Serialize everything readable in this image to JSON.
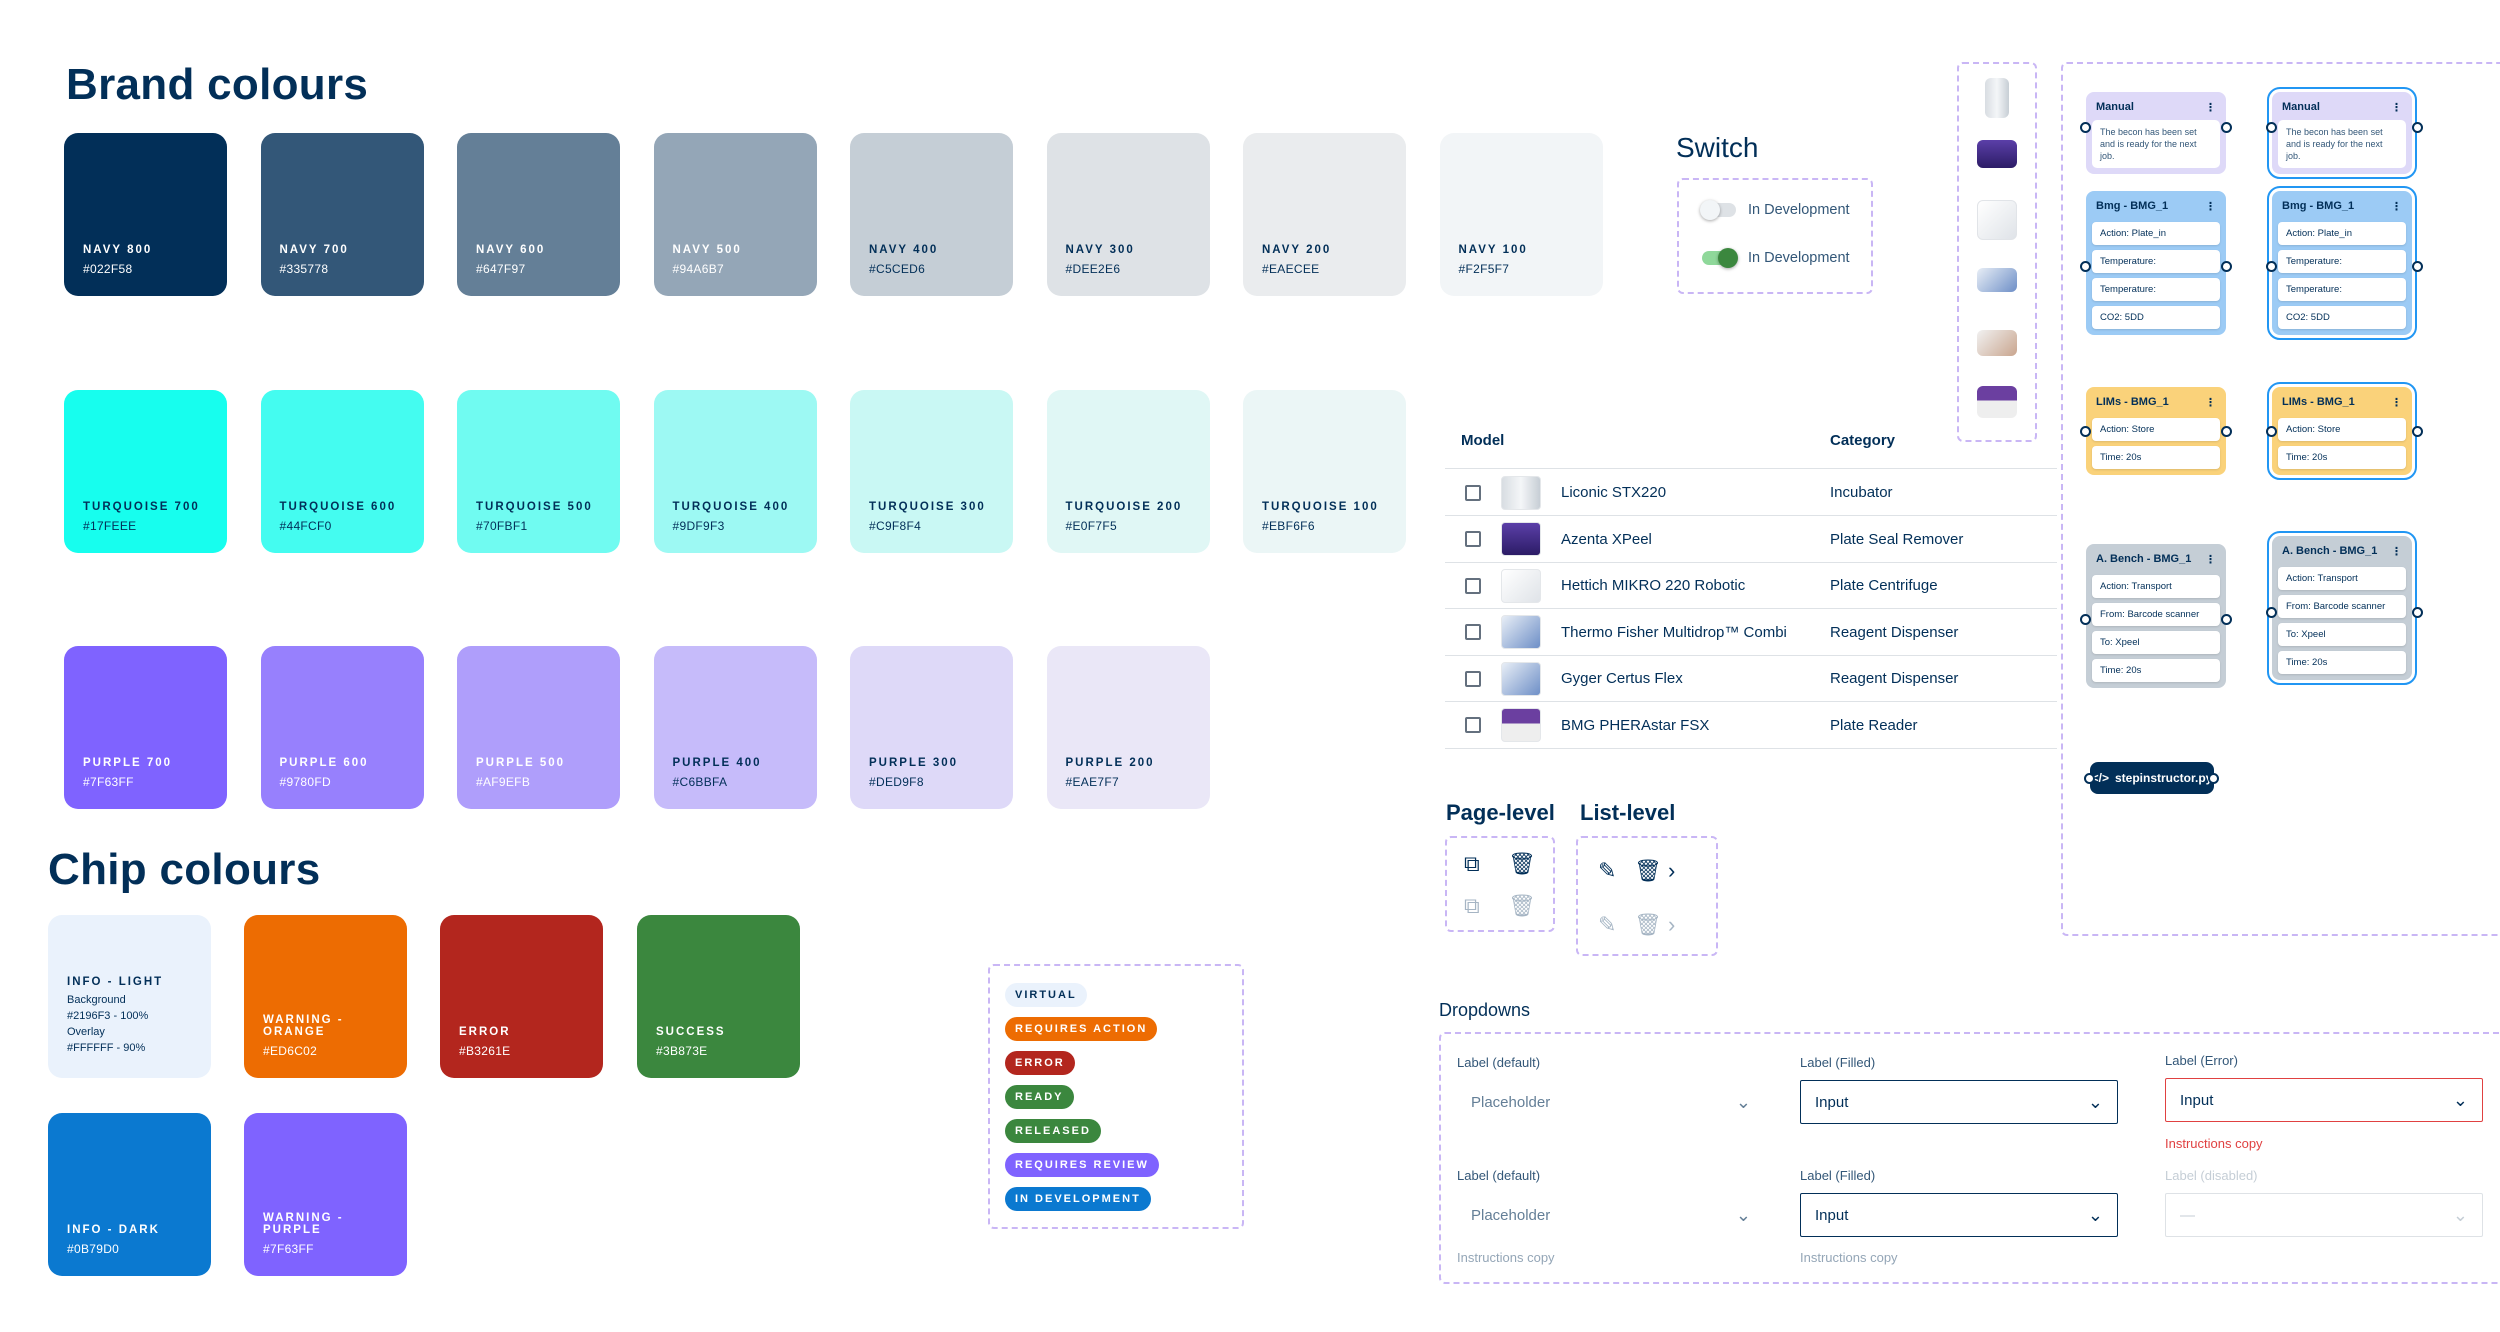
{
  "brand": {
    "title": "Brand colours",
    "rows": [
      [
        {
          "name": "NAVY 800",
          "hex": "#022F58",
          "light": true
        },
        {
          "name": "NAVY 700",
          "hex": "#335778",
          "light": true
        },
        {
          "name": "NAVY 600",
          "hex": "#647F97",
          "light": true
        },
        {
          "name": "NAVY 500",
          "hex": "#94A6B7",
          "light": true
        },
        {
          "name": "NAVY 400",
          "hex": "#C5CED6",
          "light": false
        },
        {
          "name": "NAVY 300",
          "hex": "#DEE2E6",
          "light": false
        },
        {
          "name": "NAVY 200",
          "hex": "#EAECEE",
          "light": false
        },
        {
          "name": "NAVY 100",
          "hex": "#F2F5F7",
          "light": false
        }
      ],
      [
        {
          "name": "TURQUOISE 700",
          "hex": "#17FEEE",
          "light": false
        },
        {
          "name": "TURQUOISE 600",
          "hex": "#44FCF0",
          "light": false
        },
        {
          "name": "TURQUOISE 500",
          "hex": "#70FBF1",
          "light": false
        },
        {
          "name": "TURQUOISE 400",
          "hex": "#9DF9F3",
          "light": false
        },
        {
          "name": "TURQUOISE 300",
          "hex": "#C9F8F4",
          "light": false
        },
        {
          "name": "TURQUOISE 200",
          "hex": "#E0F7F5",
          "light": false
        },
        {
          "name": "TURQUOISE 100",
          "hex": "#EBF6F6",
          "light": false
        }
      ],
      [
        {
          "name": "PURPLE 700",
          "hex": "#7F63FF",
          "light": true
        },
        {
          "name": "PURPLE 600",
          "hex": "#9780FD",
          "light": true
        },
        {
          "name": "PURPLE 500",
          "hex": "#AF9EFB",
          "light": true
        },
        {
          "name": "PURPLE 400",
          "hex": "#C6BBFA",
          "light": false
        },
        {
          "name": "PURPLE 300",
          "hex": "#DED9F8",
          "light": false
        },
        {
          "name": "PURPLE 200",
          "hex": "#EAE7F7",
          "light": false
        }
      ]
    ]
  },
  "chip_colours": {
    "title": "Chip colours",
    "swatches": [
      {
        "name": "INFO - LIGHT",
        "hex": "",
        "bg": "#EAF2FC",
        "light": false,
        "extra": [
          "Background",
          "#2196F3 - 100%",
          "Overlay",
          "#FFFFFF - 90%"
        ]
      },
      {
        "name": "WARNING - ORANGE",
        "hex": "#ED6C02",
        "bg": "#ED6C02",
        "light": true
      },
      {
        "name": "ERROR",
        "hex": "#B3261E",
        "bg": "#B3261E",
        "light": true
      },
      {
        "name": "SUCCESS",
        "hex": "#3B873E",
        "bg": "#3B873E",
        "light": true
      },
      {
        "name": "INFO - DARK",
        "hex": "#0B79D0",
        "bg": "#0B79D0",
        "light": true
      },
      {
        "name": "WARNING - PURPLE",
        "hex": "#7F63FF",
        "bg": "#7F63FF",
        "light": true
      }
    ]
  },
  "switch": {
    "title": "Switch",
    "off_label": "In Development",
    "on_label": "In Development"
  },
  "chips": [
    {
      "label": "VIRTUAL",
      "bg": "#EAF2FC",
      "fg": "#022F58"
    },
    {
      "label": "REQUIRES ACTION",
      "bg": "#ED6C02",
      "fg": "#FFFFFF"
    },
    {
      "label": "ERROR",
      "bg": "#B3261E",
      "fg": "#FFFFFF"
    },
    {
      "label": "READY",
      "bg": "#3B873E",
      "fg": "#FFFFFF"
    },
    {
      "label": "RELEASED",
      "bg": "#3B873E",
      "fg": "#FFFFFF"
    },
    {
      "label": "REQUIRES REVIEW",
      "bg": "#7F63FF",
      "fg": "#FFFFFF"
    },
    {
      "label": "IN DEVELOPMENT",
      "bg": "#0B79D0",
      "fg": "#FFFFFF"
    }
  ],
  "table": {
    "headers": {
      "model": "Model",
      "category": "Category"
    },
    "rows": [
      {
        "model": "Liconic STX220",
        "category": "Incubator",
        "thumb": "incubator-icon"
      },
      {
        "model": "Azenta XPeel",
        "category": "Plate Seal Remover",
        "thumb": "plate-seal-remover-icon"
      },
      {
        "model": "Hettich MIKRO 220 Robotic",
        "category": "Plate Centrifuge",
        "thumb": "centrifuge-icon"
      },
      {
        "model": "Thermo Fisher Multidrop™ Combi",
        "category": "Reagent Dispenser",
        "thumb": "dispenser-icon"
      },
      {
        "model": "Gyger Certus Flex",
        "category": "Reagent Dispenser",
        "thumb": "dispenser-icon"
      },
      {
        "model": "BMG PHERAstar FSX",
        "category": "Plate Reader",
        "thumb": "plate-reader-icon"
      }
    ]
  },
  "actions": {
    "page_level": "Page-level",
    "list_level": "List-level"
  },
  "cards": {
    "manual": {
      "title": "Manual",
      "text": "The becon has been set and is ready for the next job."
    },
    "bmg_a": {
      "title": "Bmg - BMG_1",
      "fields": [
        "Action: Plate_in",
        "Temperature:",
        "Temperature:",
        "CO2: 5DD"
      ]
    },
    "bmg_b": {
      "title": "Bmg - BMG_1",
      "fields": [
        "Action: Plate_in",
        "Temperature:",
        "Temperature:",
        "CO2: 5DD"
      ]
    },
    "lims": {
      "title": "LIMs - BMG_1",
      "fields": [
        "Action: Store",
        "Time: 20s"
      ]
    },
    "bench": {
      "title": "A. Bench - BMG_1",
      "fields": [
        "Action: Transport",
        "From: Barcode scanner",
        "To: Xpeel",
        "Time: 20s"
      ]
    },
    "file_button": "stepinstructor.py"
  },
  "dropdowns": {
    "title": "Dropdowns",
    "items": [
      {
        "label": "Label (default)",
        "value": "Placeholder",
        "help": ""
      },
      {
        "label": "Label (Filled)",
        "value": "Input",
        "help": ""
      },
      {
        "label": "Label (Error)",
        "value": "Input",
        "help": "Instructions copy"
      },
      {
        "label": "Label (default)",
        "value": "Placeholder",
        "help": "Instructions copy"
      },
      {
        "label": "Label (Filled)",
        "value": "Input",
        "help": "Instructions copy"
      },
      {
        "label": "Label (disabled)",
        "value": "—",
        "help": ""
      }
    ]
  }
}
